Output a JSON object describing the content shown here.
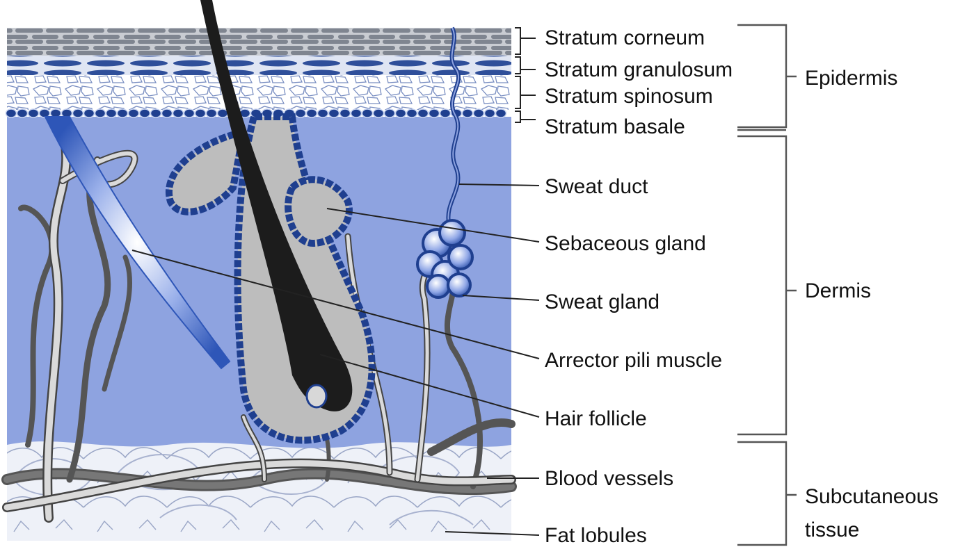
{
  "layer_labels": {
    "stratum_corneum": "Stratum corneum",
    "stratum_granulosum": "Stratum granulosum",
    "stratum_spinosum": "Stratum spinosum",
    "stratum_basale": "Stratum basale"
  },
  "structure_labels": {
    "sweat_duct": "Sweat duct",
    "sebaceous_gland": "Sebaceous gland",
    "sweat_gland": "Sweat gland",
    "arrector_pili": "Arrector pili muscle",
    "hair_follicle": "Hair follicle",
    "blood_vessels": "Blood vessels",
    "fat_lobules": "Fat lobules"
  },
  "region_labels": {
    "epidermis": "Epidermis",
    "dermis": "Dermis",
    "subcutaneous_line1": "Subcutaneous",
    "subcutaneous_line2": "tissue"
  },
  "colors": {
    "dermis": "#8ea3e0",
    "corneum": "#7f8590",
    "granulosum": "#2f4f9a",
    "spinosum_fill": "#ffffff",
    "basale": "#1f3f8f",
    "fat": "#e7ebf6",
    "hair": "#1c1c1c",
    "follicle": "#bdbdbd",
    "vessel_dark": "#555555",
    "vessel_light": "#dadada",
    "muscle": "#2e56b8"
  }
}
